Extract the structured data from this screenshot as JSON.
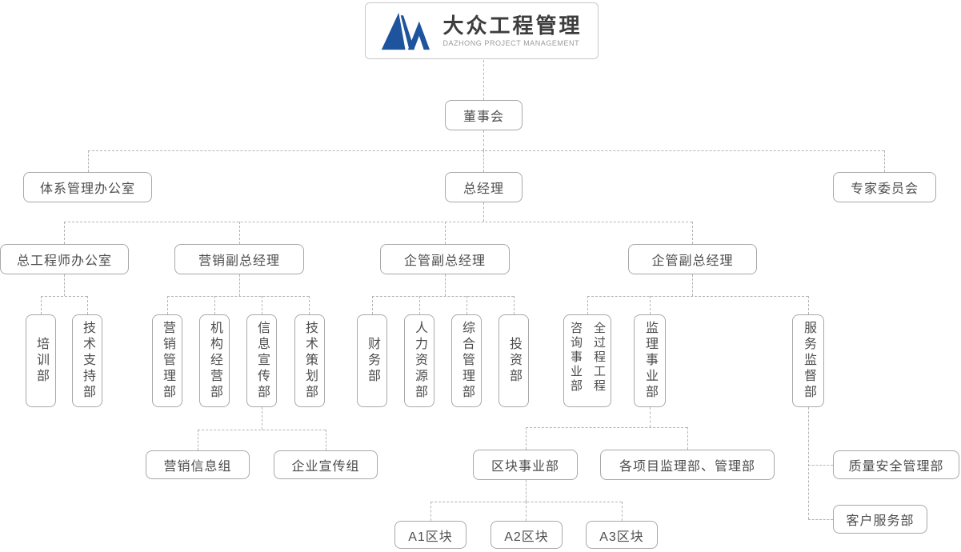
{
  "logo": {
    "title_zh": "大众工程管理",
    "title_en": "DAZHONG PROJECT MANAGEMENT"
  },
  "nodes": {
    "board": "董事会",
    "system_mgmt_office": "体系管理办公室",
    "general_manager": "总经理",
    "expert_committee": "专家委员会",
    "chief_engineer_office": "总工程师办公室",
    "marketing_deputy_gm": "营销副总经理",
    "admin_deputy_gm_1": "企管副总经理",
    "admin_deputy_gm_2": "企管副总经理",
    "training_dept": "培训部",
    "tech_support_dept": "技术支持部",
    "marketing_mgmt_dept": "营销管理部",
    "org_operation_dept": "机构经营部",
    "info_publicity_dept": "信息宣传部",
    "tech_planning_dept": "技术策划部",
    "finance_dept": "财务部",
    "hr_dept": "人力资源部",
    "general_mgmt_dept": "综合管理部",
    "investment_dept": "投资部",
    "whole_process_consulting_div": "全过程工程咨询事业部",
    "supervision_business_div": "监理事业部",
    "service_supervision_dept": "服务监督部",
    "marketing_info_group": "营销信息组",
    "corporate_publicity_group": "企业宣传组",
    "block_business_dept": "区块事业部",
    "project_supervision_mgmt_depts": "各项目监理部、管理部",
    "quality_safety_mgmt_dept": "质量安全管理部",
    "customer_service_dept": "客户服务部",
    "block_a1": "A1区块",
    "block_a2": "A2区块",
    "block_a3": "A3区块"
  },
  "colors": {
    "logo_blue": "#1e549e",
    "box_border": "#a8a8a8",
    "connector_line": "#b4b4b4",
    "text": "#4d4d4d"
  }
}
